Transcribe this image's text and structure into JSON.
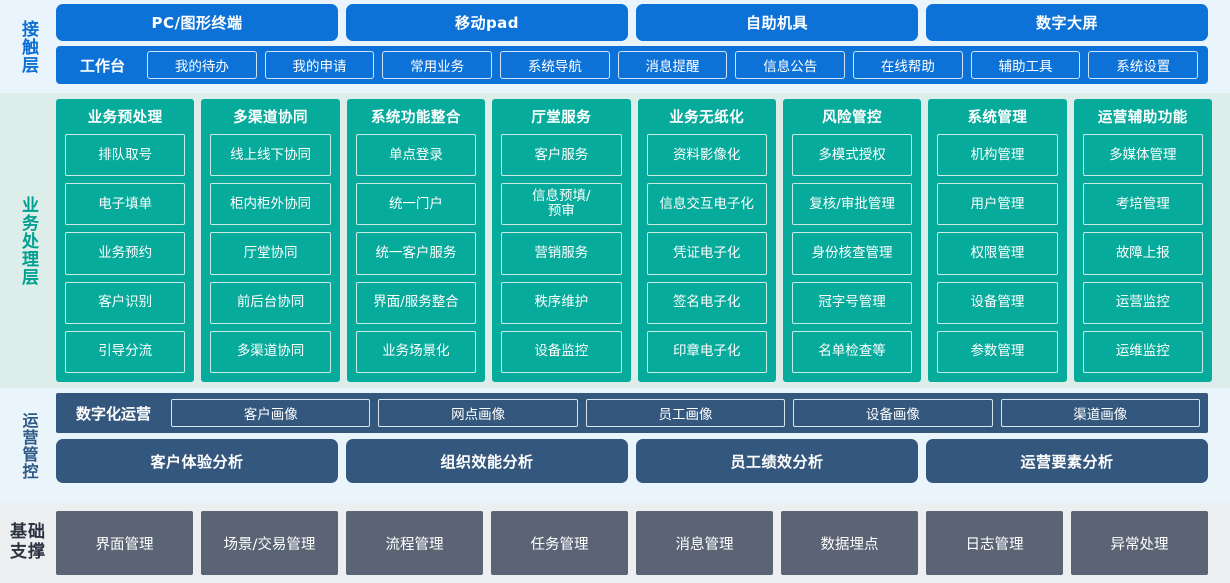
{
  "layers": [
    {
      "id": "contact",
      "label": "接触层",
      "color": "#0d72d8",
      "channels": [
        "PC/图形终端",
        "移动pad",
        "自助机具",
        "数字大屏"
      ],
      "workbench_title": "工作台",
      "workbench_items": [
        "我的待办",
        "我的申请",
        "常用业务",
        "系统导航",
        "消息提醒",
        "信息公告",
        "在线帮助",
        "辅助工具",
        "系统设置"
      ]
    },
    {
      "id": "business",
      "label": "业务处理层",
      "color": "#06ab9b",
      "columns": [
        {
          "title": "业务预处理",
          "items": [
            "排队取号",
            "电子填单",
            "业务预约",
            "客户识别",
            "引导分流"
          ]
        },
        {
          "title": "多渠道协同",
          "items": [
            "线上线下协同",
            "柜内柜外协同",
            "厅堂协同",
            "前后台协同",
            "多渠道协同"
          ]
        },
        {
          "title": "系统功能整合",
          "items": [
            "单点登录",
            "统一门户",
            "统一客户服务",
            "界面/服务整合",
            "业务场景化"
          ]
        },
        {
          "title": "厅堂服务",
          "items": [
            "客户服务",
            "信息预填/\n预审",
            "营销服务",
            "秩序维护",
            "设备监控"
          ]
        },
        {
          "title": "业务无纸化",
          "items": [
            "资料影像化",
            "信息交互电子化",
            "凭证电子化",
            "签名电子化",
            "印章电子化"
          ]
        },
        {
          "title": "风险管控",
          "items": [
            "多模式授权",
            "复核/审批管理",
            "身份核查管理",
            "冠字号管理",
            "名单检查等"
          ]
        },
        {
          "title": "系统管理",
          "items": [
            "机构管理",
            "用户管理",
            "权限管理",
            "设备管理",
            "参数管理"
          ]
        },
        {
          "title": "运营辅助功能",
          "items": [
            "多媒体管理",
            "考培管理",
            "故障上报",
            "运营监控",
            "运维监控"
          ]
        }
      ]
    },
    {
      "id": "ops",
      "label": "运营管控",
      "color": "#34577d",
      "digital_ops_title": "数字化运营",
      "portraits": [
        "客户画像",
        "网点画像",
        "员工画像",
        "设备画像",
        "渠道画像"
      ],
      "analyses": [
        "客户体验分析",
        "组织效能分析",
        "员工绩效分析",
        "运营要素分析"
      ]
    },
    {
      "id": "base",
      "label_line1": "基础",
      "label_line2": "支撑",
      "color": "#5a6475",
      "items": [
        "界面管理",
        "场景/交易管理",
        "流程管理",
        "任务管理",
        "消息管理",
        "数据埋点",
        "日志管理",
        "异常处理"
      ]
    }
  ]
}
